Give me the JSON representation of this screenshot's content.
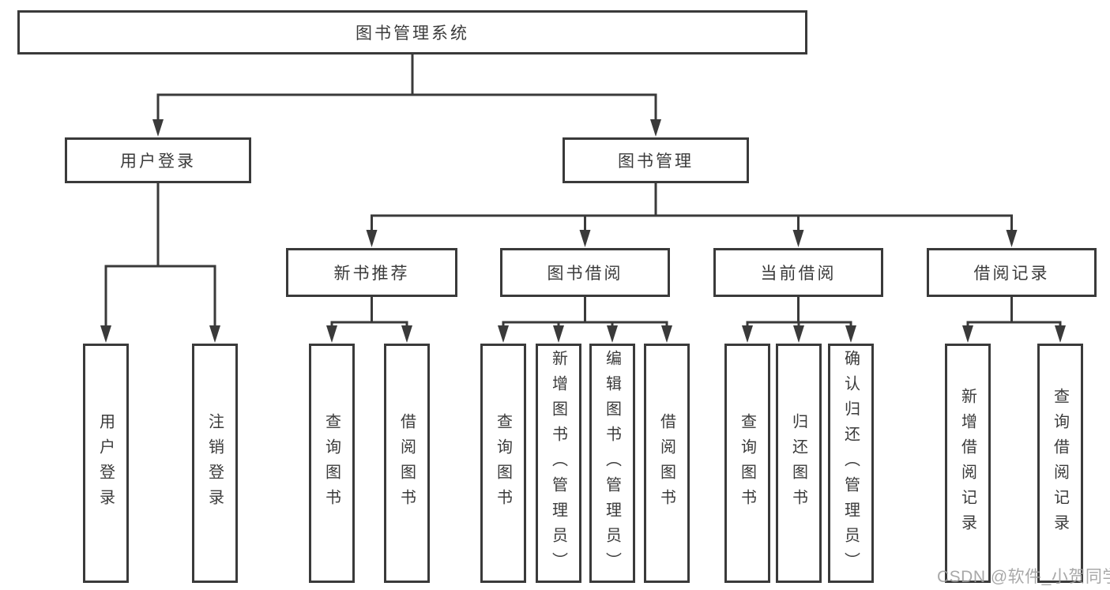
{
  "tree": {
    "root": {
      "label": "图书管理系统"
    },
    "user_login": {
      "label": "用户登录",
      "children": [
        {
          "label": "用户登录"
        },
        {
          "label": "注销登录"
        }
      ]
    },
    "book_mgmt": {
      "label": "图书管理",
      "groups": [
        {
          "label": "新书推荐",
          "children": [
            {
              "label": "查询图书"
            },
            {
              "label": "借阅图书"
            }
          ]
        },
        {
          "label": "图书借阅",
          "children": [
            {
              "label": "查询图书"
            },
            {
              "label": "新增图书（管理员）"
            },
            {
              "label": "编辑图书（管理员）"
            },
            {
              "label": "借阅图书"
            }
          ]
        },
        {
          "label": "当前借阅",
          "children": [
            {
              "label": "查询图书"
            },
            {
              "label": "归还图书"
            },
            {
              "label": "确认归还（管理员）"
            }
          ]
        },
        {
          "label": "借阅记录",
          "children": [
            {
              "label": "新增借阅记录"
            },
            {
              "label": "查询借阅记录"
            }
          ]
        }
      ]
    }
  },
  "watermark": "CSDN @软件_小贺同学",
  "colors": {
    "line": "#3a3a3a",
    "text": "#3b3b3b",
    "watermark": "#9e9e9e",
    "background": "#ffffff"
  }
}
